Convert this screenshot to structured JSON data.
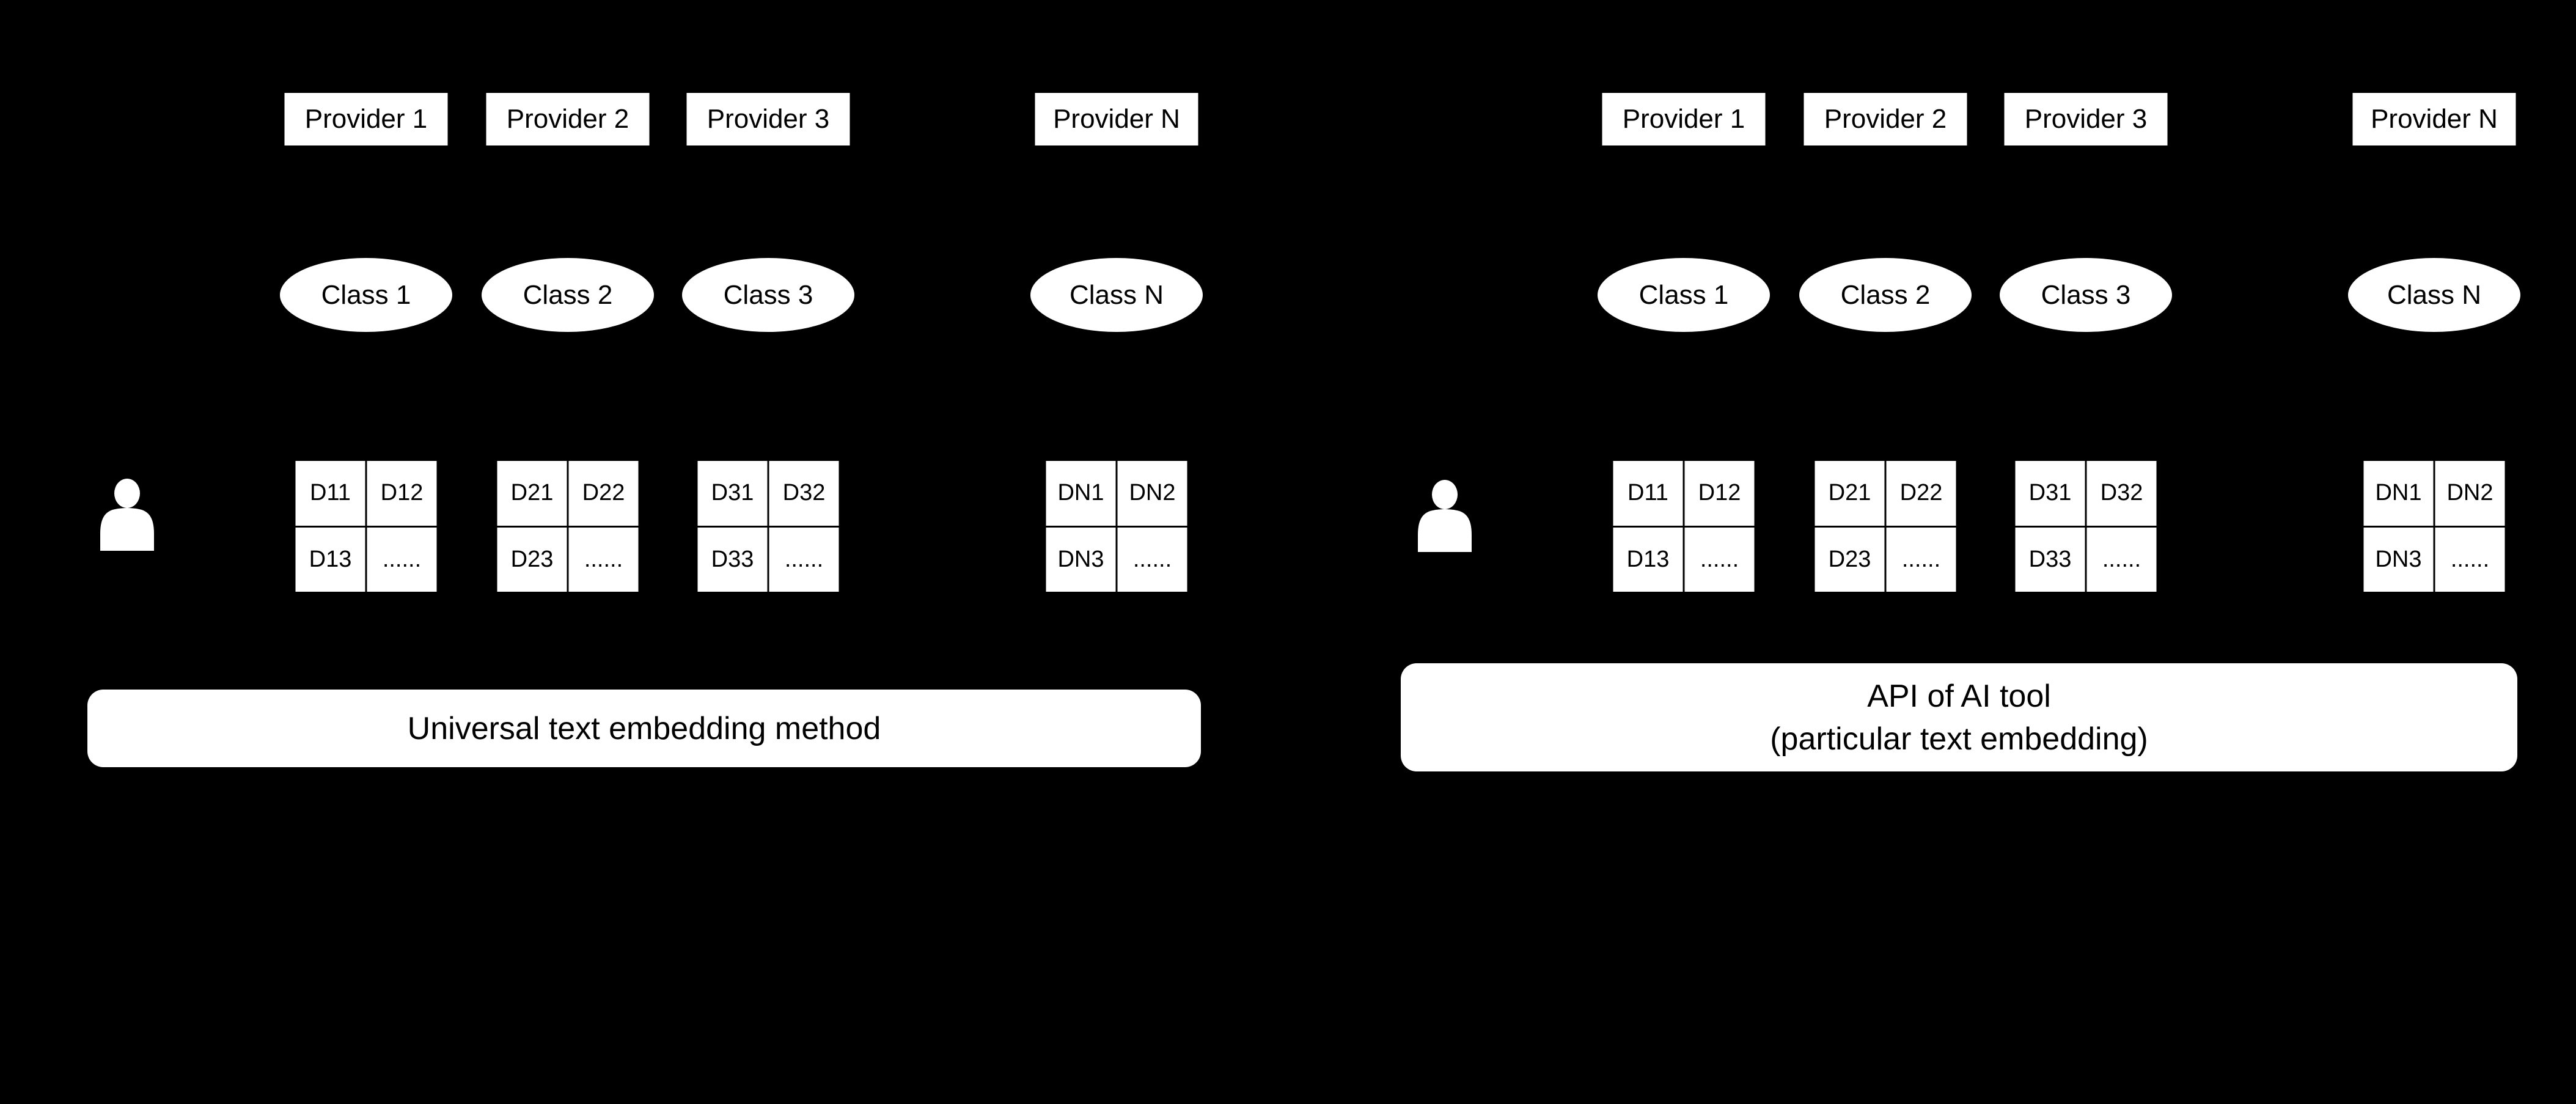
{
  "diagram": {
    "background_color": "#000000",
    "node_fill_color": "#ffffff",
    "text_color": "#000000",
    "person_icon": "user-silhouette"
  },
  "left_panel": {
    "providers": [
      "Provider 1",
      "Provider 2",
      "Provider 3",
      "Provider N"
    ],
    "classes": [
      "Class 1",
      "Class 2",
      "Class 3",
      "Class N"
    ],
    "dataset_tables": [
      [
        "D11",
        "D12",
        "D13",
        "......"
      ],
      [
        "D21",
        "D22",
        "D23",
        "......"
      ],
      [
        "D31",
        "D32",
        "D33",
        "......"
      ],
      [
        "DN1",
        "DN2",
        "DN3",
        "......"
      ]
    ],
    "footer": "Universal text embedding method"
  },
  "right_panel": {
    "providers": [
      "Provider 1",
      "Provider 2",
      "Provider 3",
      "Provider N"
    ],
    "classes": [
      "Class 1",
      "Class 2",
      "Class 3",
      "Class N"
    ],
    "dataset_tables": [
      [
        "D11",
        "D12",
        "D13",
        "......"
      ],
      [
        "D21",
        "D22",
        "D23",
        "......"
      ],
      [
        "D31",
        "D32",
        "D33",
        "......"
      ],
      [
        "DN1",
        "DN2",
        "DN3",
        "......"
      ]
    ],
    "footer_lines": [
      "API of AI tool",
      "(particular text embedding)"
    ]
  }
}
